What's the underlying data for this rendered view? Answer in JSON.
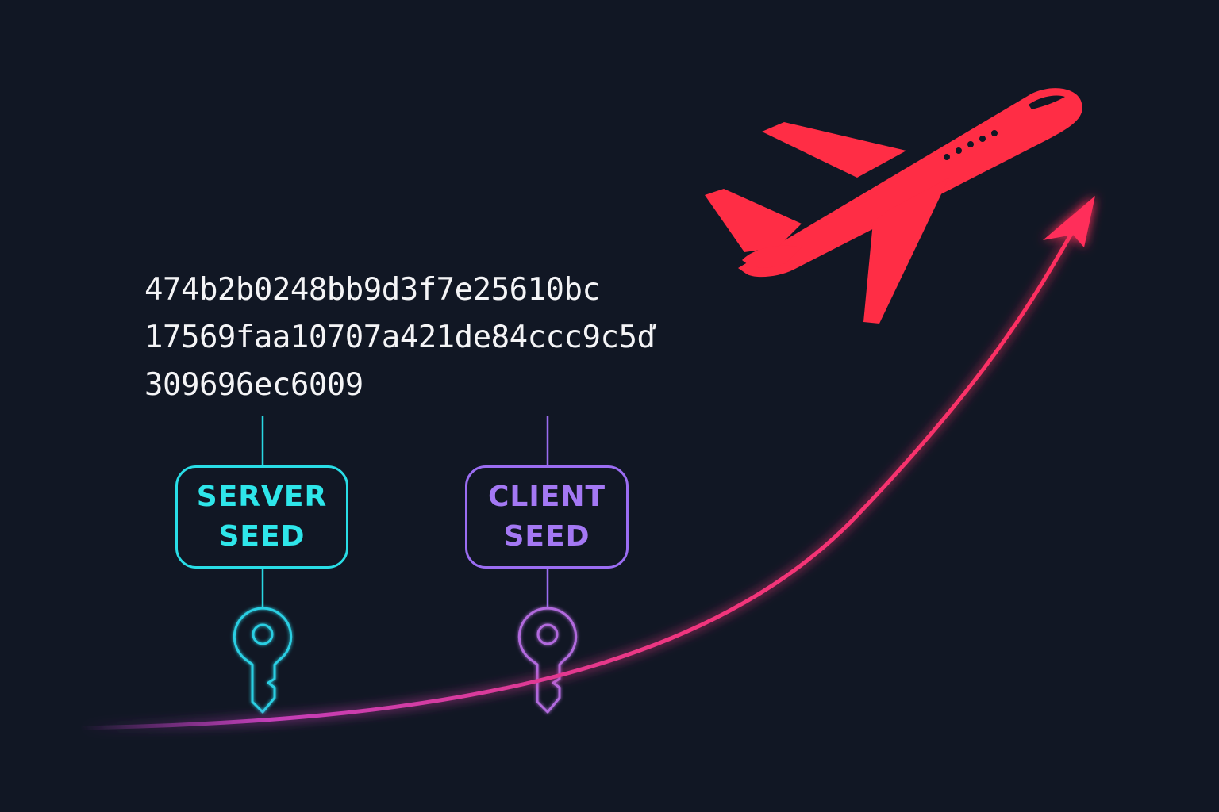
{
  "hash_lines": [
    "474b2b0248bb9d3f7e25610bc",
    "17569faa10707a421de84ccc9c5ď",
    "309696ec6009"
  ],
  "server_seed": {
    "line1": "SERVER",
    "line2": "SEED",
    "color": "#2ee6ea"
  },
  "client_seed": {
    "line1": "CLIENT",
    "line2": "SEED",
    "color": "#a478f4"
  },
  "colors": {
    "background": "#111724",
    "plane": "#ff2d45",
    "curve_start": "#b83fc8",
    "curve_end": "#ff2d5a"
  },
  "icons": [
    "airplane-icon",
    "server-key-icon",
    "client-key-icon",
    "arrowhead-icon"
  ]
}
